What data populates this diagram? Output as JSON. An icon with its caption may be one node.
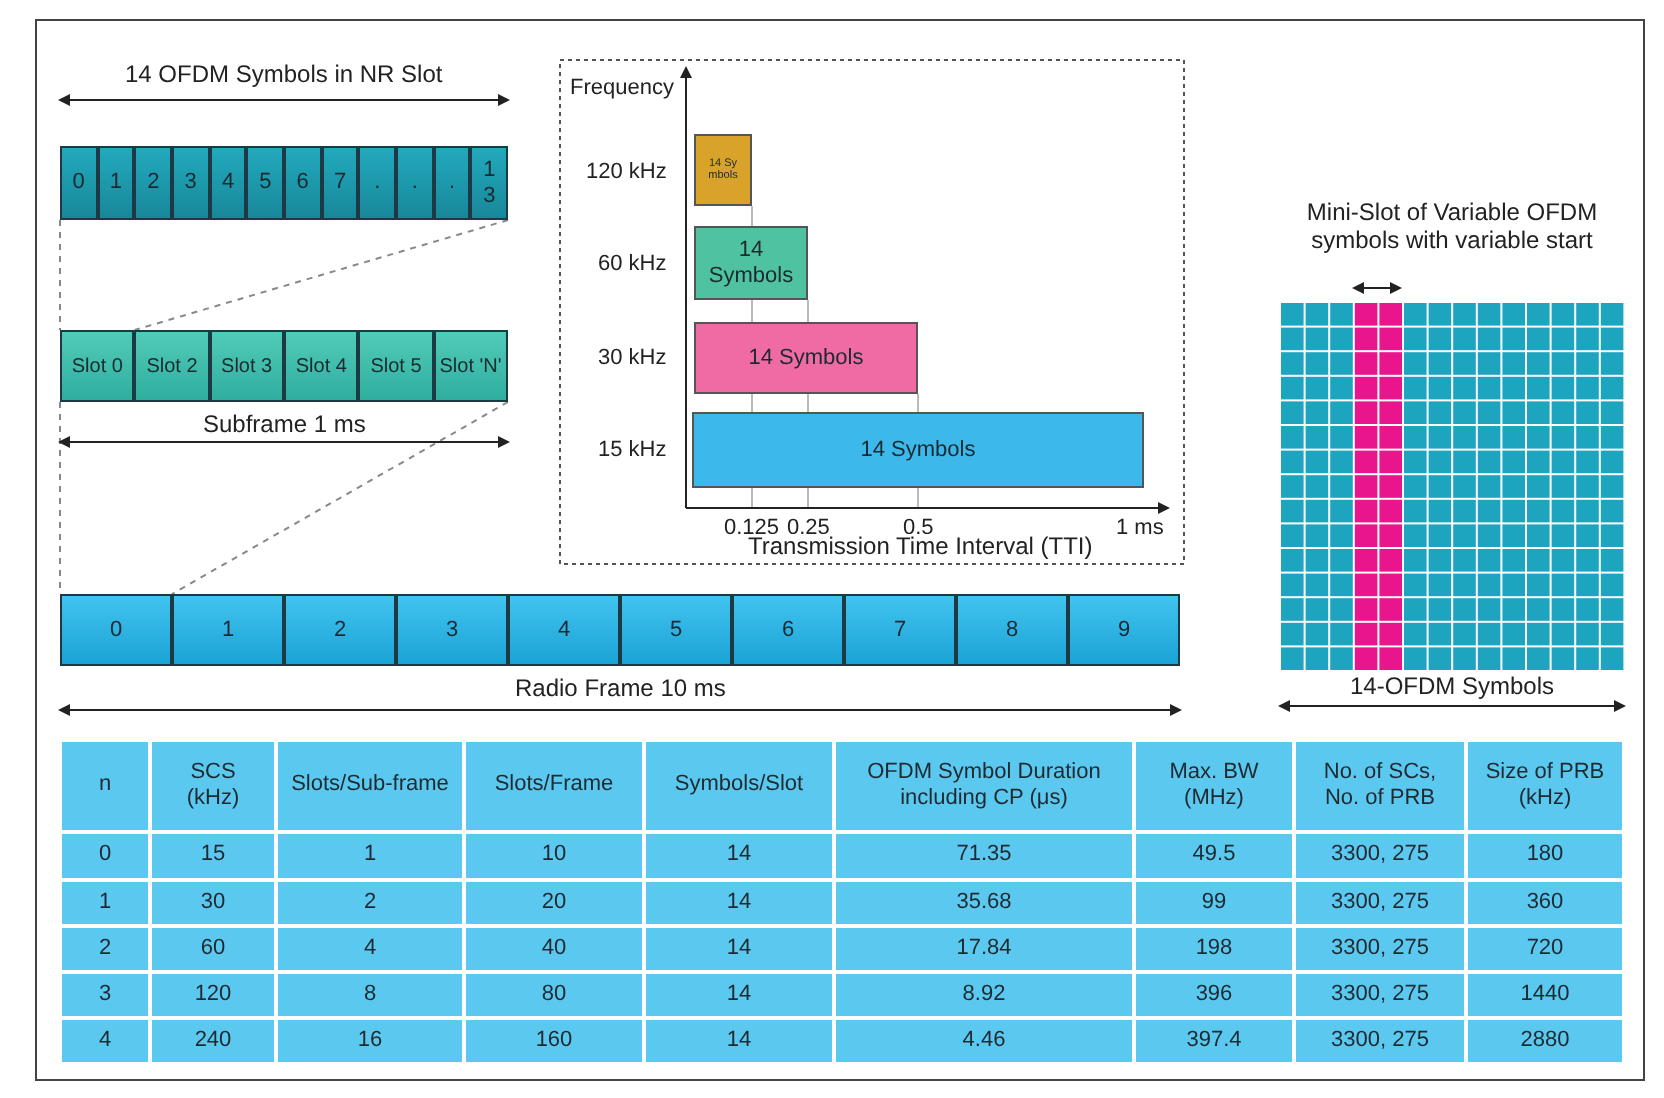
{
  "diagram": {
    "nodes": [
      {
        "text": [
          "0"
        ]
      },
      {
        "text": [
          "1"
        ]
      },
      {
        "text": [
          "2"
        ]
      },
      {
        "text": [
          "3"
        ]
      },
      {
        "text": [
          "4"
        ]
      },
      {
        "text": [
          "5"
        ]
      },
      {
        "text": [
          "6"
        ]
      },
      {
        "text": [
          "7"
        ]
      },
      {
        "text": [
          "."
        ]
      },
      {
        "text": [
          "."
        ]
      },
      {
        "text": [
          "."
        ]
      },
      {
        "text": [
          "13"
        ]
      },
      {
        "text": [
          "Slot 0"
        ]
      },
      {
        "text": [
          "Slot 2"
        ]
      },
      {
        "text": [
          "Slot 3"
        ]
      },
      {
        "text": [
          "Slot 4"
        ]
      },
      {
        "text": [
          "Slot 5"
        ]
      },
      {
        "text": [
          "Slot 'N'"
        ]
      },
      {
        "text": [
          "0"
        ]
      },
      {
        "text": [
          "1"
        ]
      },
      {
        "text": [
          "2"
        ]
      },
      {
        "text": [
          "3"
        ]
      },
      {
        "text": [
          "4"
        ]
      },
      {
        "text": [
          "5"
        ]
      },
      {
        "text": [
          "6"
        ]
      },
      {
        "text": [
          "7"
        ]
      },
      {
        "text": [
          "8"
        ]
      },
      {
        "text": [
          "9"
        ]
      },
      {
        "text": [
          "14 Symbols"
        ]
      },
      {
        "text": [
          "14 Symbols"
        ]
      },
      {
        "text": [
          "14 Symbols"
        ]
      },
      {
        "text": [
          "14 Symbols"
        ]
      }
    ],
    "edges": [
      {
        "from": 0,
        "to": 12,
        "arrow": "none",
        "style": "dashed"
      },
      {
        "from": 11,
        "to": 13,
        "arrow": "none",
        "style": "dashed"
      },
      {
        "from": 12,
        "to": 18,
        "arrow": "none",
        "style": "dashed"
      },
      {
        "from": 17,
        "to": 19,
        "arrow": "none",
        "style": "dashed"
      }
    ],
    "labels": [
      "14 OFDM Symbols in NR Slot",
      "Frequency",
      "120 kHz",
      "Mini-Slot of Variable OFDM symbols with variable start",
      "60 kHz",
      "30 kHz",
      "Subframe 1 ms",
      "15 kHz",
      "0.125",
      "0.25",
      "0.5",
      "1 ms",
      "Transmission Time Interval (TTI)",
      "Radio Frame 10 ms",
      "14-OFDM Symbols",
      "n",
      "SCS (kHz)",
      "Slots/Sub-frame",
      "Slots/Frame",
      "Symbols/Slot",
      "OFDM Symbol Duration including CP (μs)",
      "Max. BW (MHz)",
      "No. of SCs, No. of PRB",
      "Size of PRB (kHz)",
      "0",
      "15",
      "1",
      "10",
      "14",
      "71.35",
      "49.5",
      "3300, 275",
      "180",
      "1",
      "30",
      "2",
      "20",
      "14",
      "35.68",
      "99",
      "3300, 275",
      "360",
      "2",
      "60",
      "4",
      "40",
      "14",
      "17.84",
      "198",
      "3300, 275",
      "720",
      "3",
      "120",
      "8",
      "80",
      "14",
      "8.92",
      "396",
      "3300, 275",
      "1440",
      "4",
      "240",
      "16",
      "160",
      "14",
      "4.46",
      "397.4",
      "3300, 275",
      "2880"
    ]
  }
}
